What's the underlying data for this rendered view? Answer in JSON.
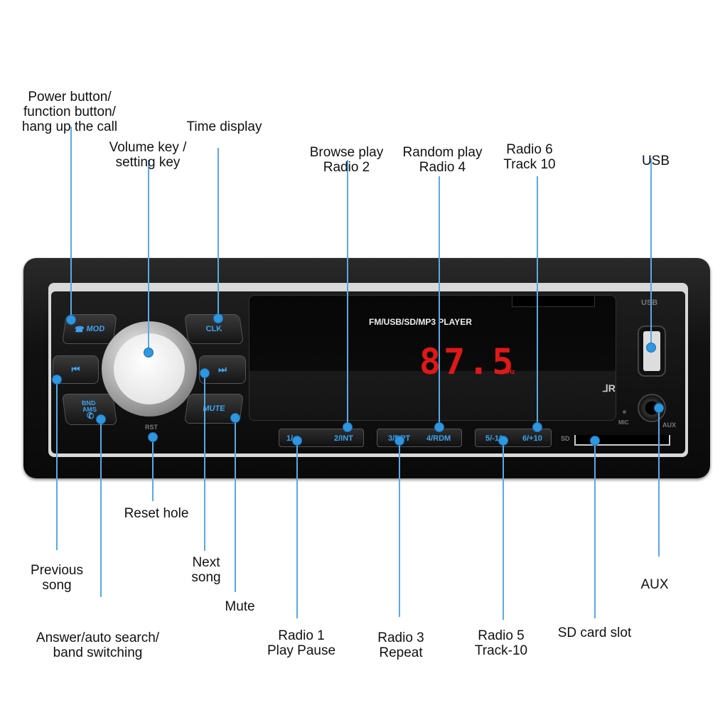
{
  "labels": {
    "power": "Power button/\nfunction button/\nhang up the call",
    "time": "Time display",
    "volume": "Volume key /\nsetting key",
    "browse": "Browse play\nRadio 2",
    "random": "Random play\nRadio 4",
    "radio6": "Radio 6\nTrack 10",
    "usb": "USB",
    "reset": "Reset hole",
    "previous": "Previous\nsong",
    "next": "Next\nsong",
    "mute": "Mute",
    "answer": "Answer/auto search/\nband switching",
    "radio1": "Radio 1\nPlay Pause",
    "radio3": "Radio 3\nRepeat",
    "radio5": "Radio 5\nTrack-10",
    "sd": "SD card slot",
    "aux": "AUX"
  },
  "device": {
    "player_title": "FM/USB/SD/MP3 PLAYER",
    "frequency": "87.5",
    "unit": "MHz",
    "buttons": {
      "mod": "MOD",
      "clk": "CLK",
      "prev": "⏮",
      "next": "⏭",
      "mute": "MUTE",
      "bnd": "BND\nAMS",
      "p1": "1/",
      "p2": "2/INT",
      "p3": "3/RPT",
      "p4": "4/RDM",
      "p5": "5/-10",
      "p6": "6/+10"
    },
    "marks": {
      "rst": "RST",
      "usb": "USB",
      "aux": "AUX",
      "mic": "MIC",
      "sd": "SD"
    }
  },
  "colors": {
    "callout_line": "#5aa9e6",
    "callout_dot": "#2f96e0",
    "display_digits": "#e01818",
    "button_text": "#3fa3f0"
  }
}
